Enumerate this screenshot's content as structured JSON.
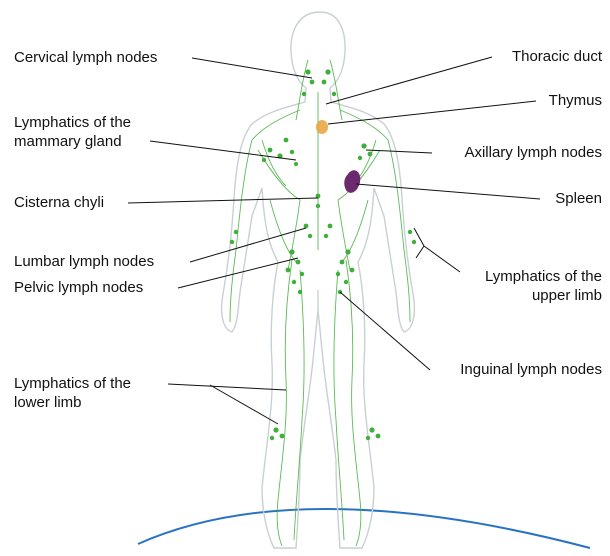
{
  "labels": {
    "cervical": "Cervical lymph nodes",
    "mammary": "Lymphatics of the\nmammary gland",
    "cisterna": "Cisterna chyli",
    "lumbar": "Lumbar lymph nodes",
    "pelvic": "Pelvic lymph nodes",
    "lower_limb": "Lymphatics of the\nlower limb",
    "thoracic": "Thoracic duct",
    "thymus": "Thymus",
    "axillary": "Axillary lymph nodes",
    "spleen": "Spleen",
    "upper_limb": "Lymphatics of the\nupper limb",
    "inguinal": "Inguinal lymph nodes"
  },
  "colors": {
    "lymph": "#3fae3a",
    "body_outline": "#c8d0d4",
    "thymus": "#e8a23a",
    "spleen": "#6b2a6e",
    "ground": "#2a72c4",
    "leader": "#111111"
  }
}
